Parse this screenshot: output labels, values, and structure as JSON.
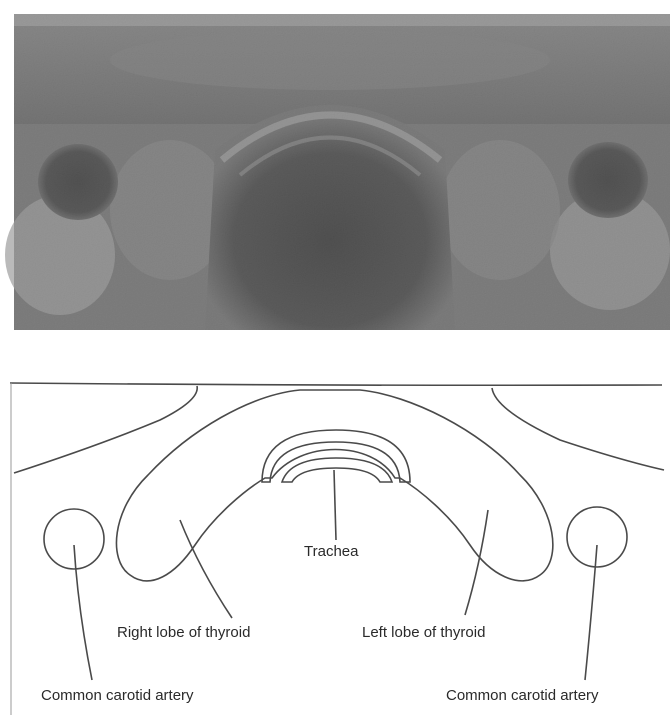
{
  "ultrasound": {
    "description_visible": false
  },
  "labels": {
    "trachea": "Trachea",
    "right_lobe": "Right lobe of thyroid",
    "left_lobe": "Left lobe of thyroid",
    "carotid_left_side": "Common carotid artery",
    "carotid_right_side": "Common carotid artery"
  },
  "colors": {
    "line": "#4a4a4a",
    "text": "#2a2a2a",
    "background": "#ffffff"
  }
}
